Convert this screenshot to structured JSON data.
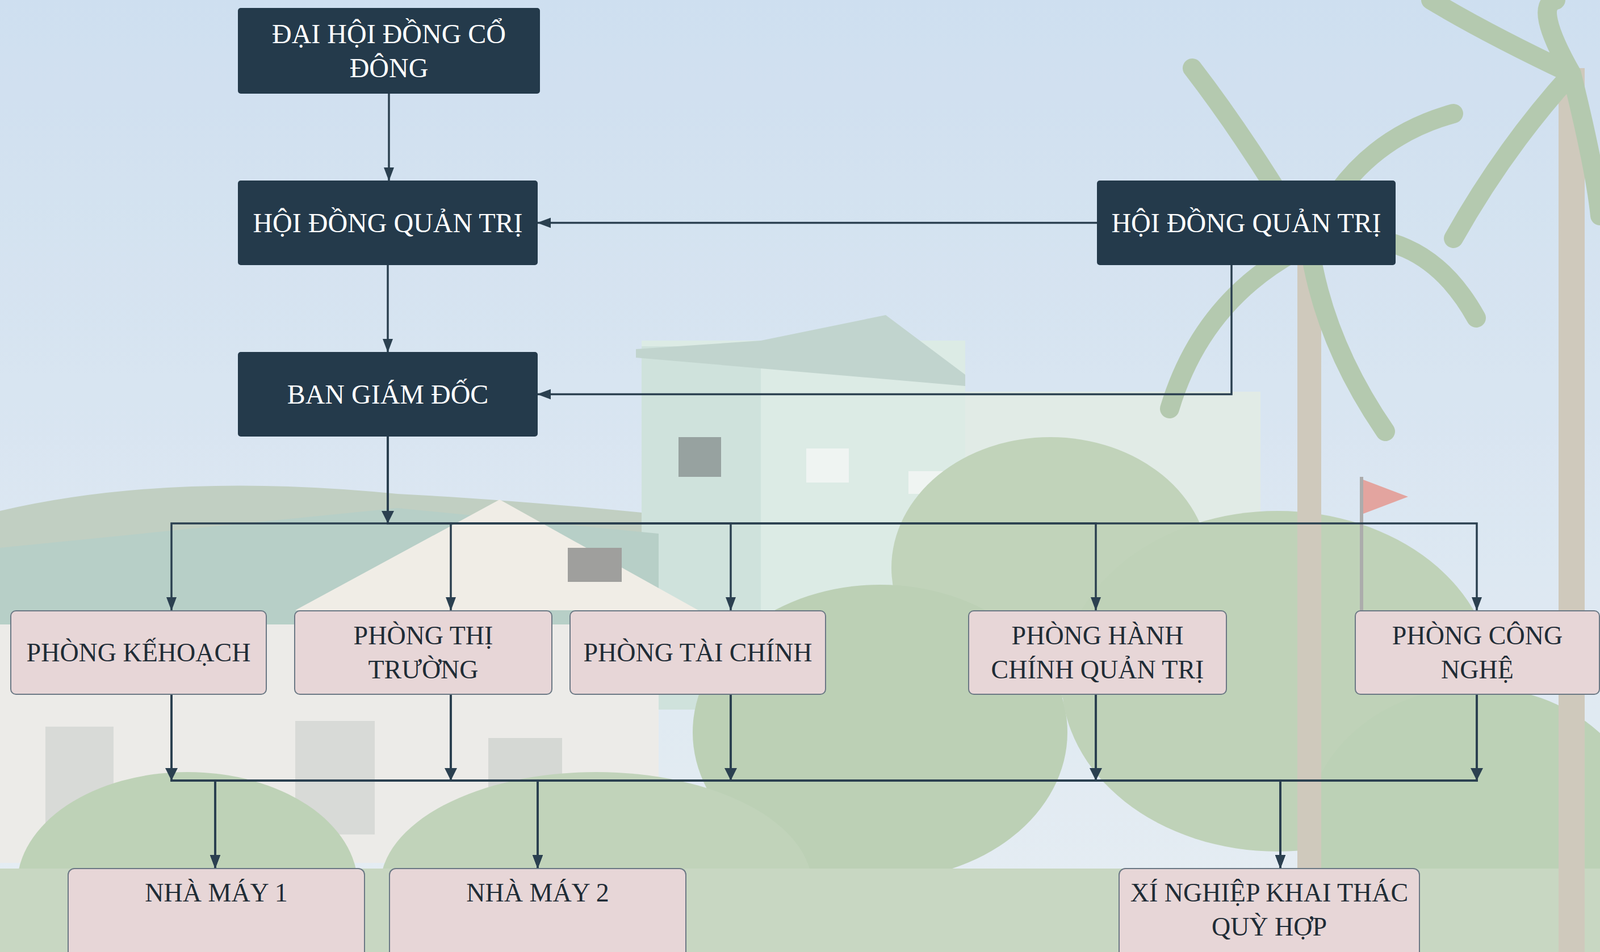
{
  "diagram": {
    "nodes": [
      {
        "text": [
          "ĐẠI HỘI ĐỒNG CỔ ĐÔNG"
        ]
      },
      {
        "text": [
          "HỘI ĐỒNG QUẢN TRỊ"
        ]
      },
      {
        "text": [
          "HỘI ĐỒNG QUẢN TRỊ"
        ]
      },
      {
        "text": [
          "BAN GIÁM ĐỐC"
        ]
      },
      {
        "text": [
          "PHÒNG KẾHOẠCH"
        ]
      },
      {
        "text": [
          "PHÒNG THỊ TRƯỜNG"
        ]
      },
      {
        "text": [
          "PHÒNG TÀI CHÍNH"
        ]
      },
      {
        "text": [
          "PHÒNG HÀNH CHÍNH QUẢN TRỊ"
        ]
      },
      {
        "text": [
          "PHÒNG CÔNG NGHỆ"
        ]
      },
      {
        "text": [
          "NHÀ MÁY 1"
        ]
      },
      {
        "text": [
          "NHÀ MÁY 2"
        ]
      },
      {
        "text": [
          "XÍ NGHIỆP KHAI THÁC QUỲ HỢP"
        ]
      }
    ],
    "edges": [
      {
        "from": 0,
        "to": 1,
        "arrow": "to"
      },
      {
        "from": 2,
        "to": 1,
        "arrow": "to"
      },
      {
        "from": 1,
        "to": 3,
        "arrow": "to"
      },
      {
        "from": 2,
        "to": 3,
        "arrow": "to"
      },
      {
        "from": 3,
        "to": 4,
        "arrow": "to"
      },
      {
        "from": 3,
        "to": 5,
        "arrow": "to"
      },
      {
        "from": 3,
        "to": 6,
        "arrow": "to"
      },
      {
        "from": 3,
        "to": 7,
        "arrow": "to"
      },
      {
        "from": 3,
        "to": 8,
        "arrow": "to"
      },
      {
        "from": 4,
        "to": 9,
        "arrow": "to"
      },
      {
        "from": 4,
        "to": 10,
        "arrow": "to"
      },
      {
        "from": 4,
        "to": 11,
        "arrow": "to"
      },
      {
        "from": 5,
        "to": 9,
        "arrow": "to"
      },
      {
        "from": 5,
        "to": 10,
        "arrow": "to"
      },
      {
        "from": 5,
        "to": 11,
        "arrow": "to"
      },
      {
        "from": 6,
        "to": 9,
        "arrow": "to"
      },
      {
        "from": 6,
        "to": 10,
        "arrow": "to"
      },
      {
        "from": 6,
        "to": 11,
        "arrow": "to"
      },
      {
        "from": 7,
        "to": 9,
        "arrow": "to"
      },
      {
        "from": 7,
        "to": 10,
        "arrow": "to"
      },
      {
        "from": 7,
        "to": 11,
        "arrow": "to"
      },
      {
        "from": 8,
        "to": 9,
        "arrow": "to"
      },
      {
        "from": 8,
        "to": 10,
        "arrow": "to"
      },
      {
        "from": 8,
        "to": 11,
        "arrow": "to"
      }
    ]
  }
}
